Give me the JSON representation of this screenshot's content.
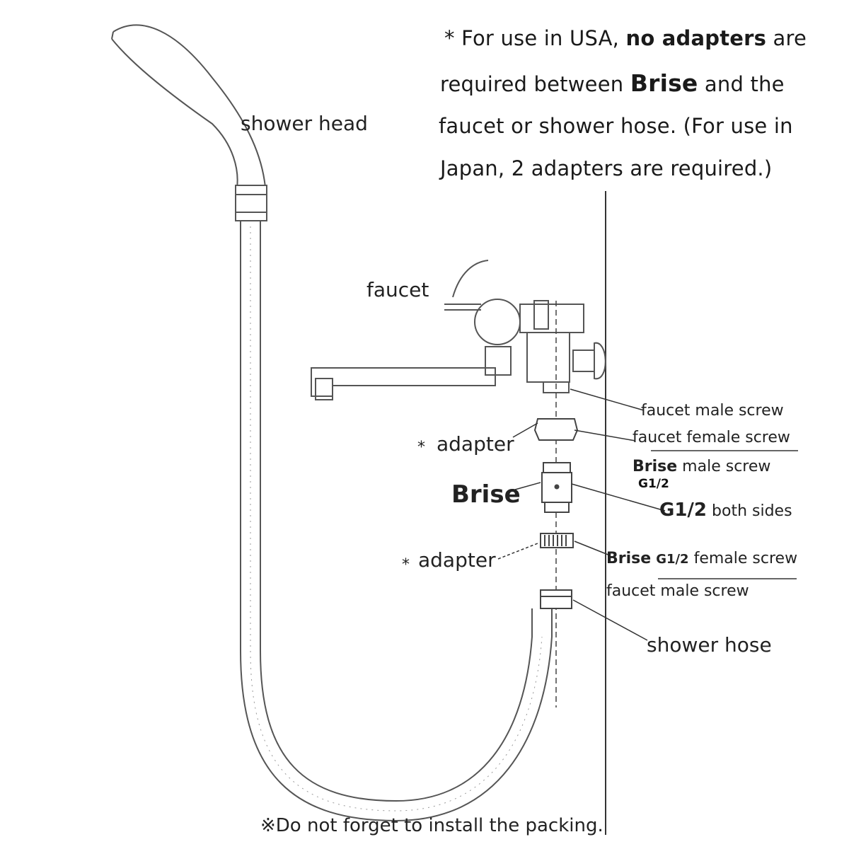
{
  "note": {
    "line1_pre": "* For use in USA, ",
    "line1_bold": "no adapters",
    "line1_post": " are",
    "line2_pre": "required between ",
    "line2_bold": "Brise",
    "line2_post": " and the",
    "line3": "faucet or shower hose. (For use in",
    "line4": "Japan, 2 adapters are required.)"
  },
  "labels": {
    "shower_head": "shower head",
    "faucet": "faucet",
    "adapter_top_star": "*",
    "adapter_top": "adapter",
    "brise": "Brise",
    "adapter_bottom_star": "*",
    "adapter_bottom": "adapter",
    "shower_hose": "shower hose"
  },
  "callouts": {
    "faucet_male_screw_top": "faucet male screw",
    "faucet_female_screw": "faucet female screw",
    "brise_male_bold": "Brise",
    "brise_male_rest": " male screw",
    "brise_male_g12": "G1/2",
    "both_sides_bold": "G1/2",
    "both_sides_rest": " both sides",
    "brise_female_bold": "Brise",
    "brise_female_g12": "G1/2",
    "brise_female_rest": " female screw",
    "faucet_male_screw_bottom": "faucet male screw"
  },
  "footer": "※Do not forget to install the packing."
}
